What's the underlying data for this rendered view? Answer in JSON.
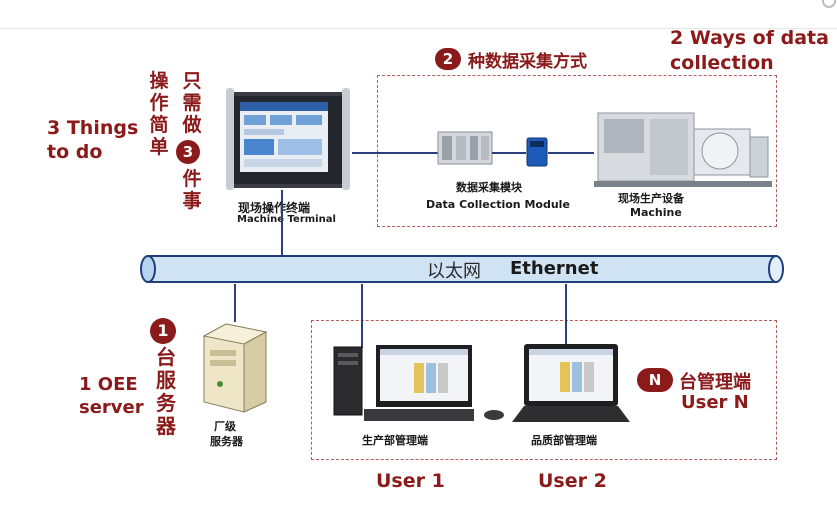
{
  "heading": {
    "badge2": "2",
    "methods_cn": "种数据采集方式",
    "methods_en_line1": "2 Ways of data",
    "methods_en_line2": "collection"
  },
  "left_task": {
    "en_line1": "3 Things",
    "en_line2": "to do",
    "col1": "操作简单",
    "col2a": "只需做",
    "badge3": "3",
    "col2b": "件事"
  },
  "terminal": {
    "cn": "现场操作终端",
    "en": "Machine Terminal"
  },
  "collection_module": {
    "cn": "数据采集模块",
    "en": "Data Collection Module"
  },
  "machine": {
    "cn": "现场生产设备",
    "en": "Machine"
  },
  "ethernet": {
    "cn": "以太网",
    "en": "Ethernet"
  },
  "server": {
    "badge1": "1",
    "cn_vertical": "台服务器",
    "en_line1": "1 OEE",
    "en_line2": "server",
    "caption_line1": "厂级",
    "caption_line2": "服务器"
  },
  "users": {
    "badgeN": "N",
    "manage_cn": "台管理端",
    "user_n": "User N",
    "desktop_caption": "生产部管理端",
    "laptop_caption": "品质部管理端",
    "user1": "User 1",
    "user2": "User 2"
  },
  "colors": {
    "maroon": "#8b1a1a",
    "cable": "#2b3f7a",
    "ethernet_fill": "#cfe3f4"
  }
}
